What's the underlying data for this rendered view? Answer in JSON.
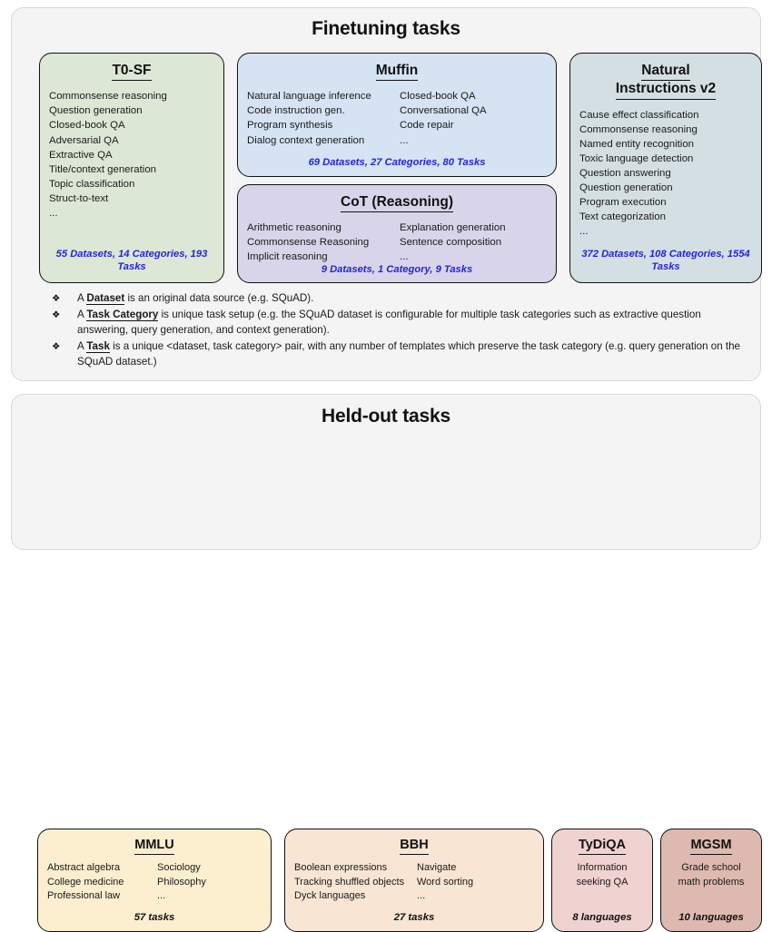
{
  "finetuning": {
    "title": "Finetuning tasks",
    "cards": [
      {
        "name": "t0sf",
        "title": "T0-SF",
        "color": "#dde7d5",
        "columns": [
          [
            "Commonsense reasoning",
            "Question generation",
            "Closed-book QA",
            "Adversarial QA",
            "Extractive QA",
            "Title/context generation",
            "Topic classification",
            "Struct-to-text",
            "..."
          ]
        ],
        "stat": "55 Datasets, 14 Categories, 193 Tasks"
      },
      {
        "name": "muffin",
        "title": "Muffin",
        "color": "#d5e3f3",
        "columns": [
          [
            "Natural language inference",
            "Code instruction gen.",
            "Program synthesis",
            "Dialog context generation"
          ],
          [
            "Closed-book QA",
            "Conversational QA",
            "Code repair",
            "..."
          ]
        ],
        "stat": "69 Datasets, 27 Categories, 80 Tasks"
      },
      {
        "name": "cot",
        "title": "CoT (Reasoning)",
        "color": "#d8d4e9",
        "columns": [
          [
            "Arithmetic reasoning",
            "Commonsense Reasoning",
            "Implicit reasoning"
          ],
          [
            "Explanation generation",
            "Sentence composition",
            "..."
          ]
        ],
        "stat": "9 Datasets, 1 Category, 9 Tasks"
      },
      {
        "name": "niv2",
        "title_line1": "Natural",
        "title_line2": "Instructions v2",
        "color": "#d4dfe3",
        "columns": [
          [
            "Cause effect classification",
            "Commonsense reasoning",
            "Named entity recognition",
            "Toxic language detection",
            "Question answering",
            "Question generation",
            "Program execution",
            "Text categorization",
            "..."
          ]
        ],
        "stat": "372 Datasets, 108 Categories, 1554 Tasks"
      }
    ],
    "definitions": [
      {
        "bullet": "❖",
        "lead": "A ",
        "term": "Dataset",
        "rest": " is an original data source (e.g. SQuAD)."
      },
      {
        "bullet": "❖",
        "lead": "A ",
        "term": "Task Category",
        "rest": " is unique task setup (e.g. the SQuAD dataset is configurable for multiple task categories such as extractive question answering, query generation, and context generation)."
      },
      {
        "bullet": "❖",
        "lead": "A ",
        "term": "Task",
        "rest": " is a unique <dataset, task category> pair, with any number of templates which preserve the task category (e.g. query generation on the SQuAD dataset.)"
      }
    ]
  },
  "heldout": {
    "title": "Held-out tasks",
    "cards": [
      {
        "name": "mmlu",
        "title": "MMLU",
        "color": "#fcefcf",
        "columns": [
          [
            "Abstract algebra",
            "College medicine",
            "Professional law"
          ],
          [
            "Sociology",
            "Philosophy",
            "..."
          ]
        ],
        "stat": "57 tasks"
      },
      {
        "name": "bbh",
        "title": "BBH",
        "color": "#f8e5d3",
        "columns": [
          [
            "Boolean expressions",
            "Tracking shuffled objects",
            "Dyck languages"
          ],
          [
            "Navigate",
            "Word sorting",
            "..."
          ]
        ],
        "stat": "27 tasks"
      },
      {
        "name": "tydiqa",
        "title": "TyDiQA",
        "color": "#f0d2d0",
        "columns": [
          [
            "Information",
            "seeking QA"
          ]
        ],
        "stat": "8 languages"
      },
      {
        "name": "mgsm",
        "title": "MGSM",
        "color": "#deb9af",
        "columns": [
          [
            "Grade school",
            "math problems"
          ]
        ],
        "stat": "10 languages"
      }
    ]
  },
  "colors": {
    "stat_blue": "#2424dd",
    "panel_bg": "#f4f4f4",
    "card_border": "#111111"
  }
}
